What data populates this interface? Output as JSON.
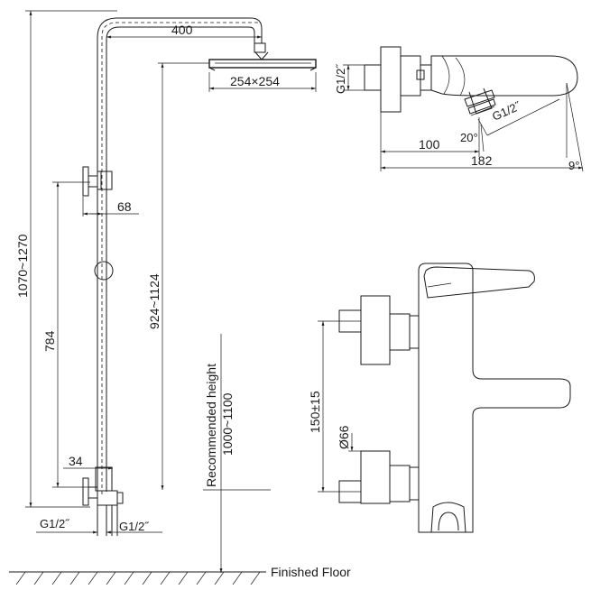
{
  "dimensions": {
    "arm_length": "400",
    "head_size": "254×254",
    "total_height": "1070~1270",
    "head_height": "924~1124",
    "bracket_offset": "68",
    "holder_spacing": "784",
    "bottom_offset": "34",
    "inlet_left": "G1/2˝",
    "inlet_right": "G1/2˝",
    "recommended_height_label": "Recommended height",
    "recommended_height_value": "1000~1100",
    "finished_floor": "Finished Floor"
  },
  "side_view": {
    "inlet_thread": "G1/2˝",
    "outlet_thread": "G1/2˝",
    "angle_outlet": "20°",
    "angle_lever": "9°",
    "depth_inner": "100",
    "depth_outer": "182"
  },
  "front_view": {
    "centers": "150±15",
    "diameter": "Ø66"
  }
}
